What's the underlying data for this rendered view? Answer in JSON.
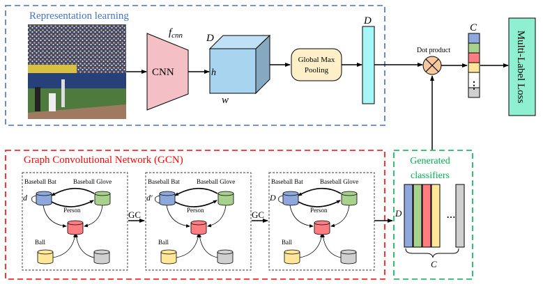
{
  "sections": {
    "representation": {
      "title": "Representation learning",
      "color": "#4472c4"
    },
    "gcn": {
      "title": "Graph Convolutional Network (GCN)",
      "color": "#ff0000"
    },
    "classifiers": {
      "title_line1": "Generated",
      "title_line2": "classifiers",
      "color": "#00b050"
    }
  },
  "cnn": {
    "label": "CNN",
    "func_label": "f",
    "func_sub": "cnn",
    "color": "#f4c0c6"
  },
  "feature_map": {
    "depth": "D",
    "height": "h",
    "width": "w",
    "color": "#a9d4f0"
  },
  "pooling": {
    "line1": "Global Max",
    "line2": "Pooling",
    "color": "#fdf0c8"
  },
  "vector": {
    "label": "D",
    "color": "#a6f5f7"
  },
  "dot_product": {
    "label": "Dot product",
    "symbol": "×",
    "color": "#f9c89a"
  },
  "output": {
    "label": "C",
    "dots": "⋮",
    "colors": [
      "#8ea8dc",
      "#a9d18e",
      "#ff7c80",
      "#ffe699",
      "#ffffff",
      "#d0d0d0"
    ]
  },
  "loss": {
    "label": "Multi-Label Loss",
    "color": "#8ef0d0"
  },
  "graph_nodes": {
    "bat": "Baseball Bat",
    "glove": "Baseball Glove",
    "person": "Person",
    "ball": "Ball",
    "colors": {
      "bat": "#8ea8dc",
      "glove": "#a9d18e",
      "person": "#ff7c80",
      "ball": "#ffe699",
      "other": "#d0d0d0"
    }
  },
  "graphs": [
    {
      "dim_label": "d"
    },
    {
      "dim_label": "d′"
    },
    {
      "dim_label": "D"
    }
  ],
  "gc_labels": [
    "GC",
    "GC"
  ],
  "classifier_matrix": {
    "rows_label": "D",
    "cols_label": "C",
    "dots": "···",
    "colors": [
      "#8ea8dc",
      "#a9d18e",
      "#ff7c80",
      "#ffe699",
      "#d0d0d0"
    ]
  }
}
